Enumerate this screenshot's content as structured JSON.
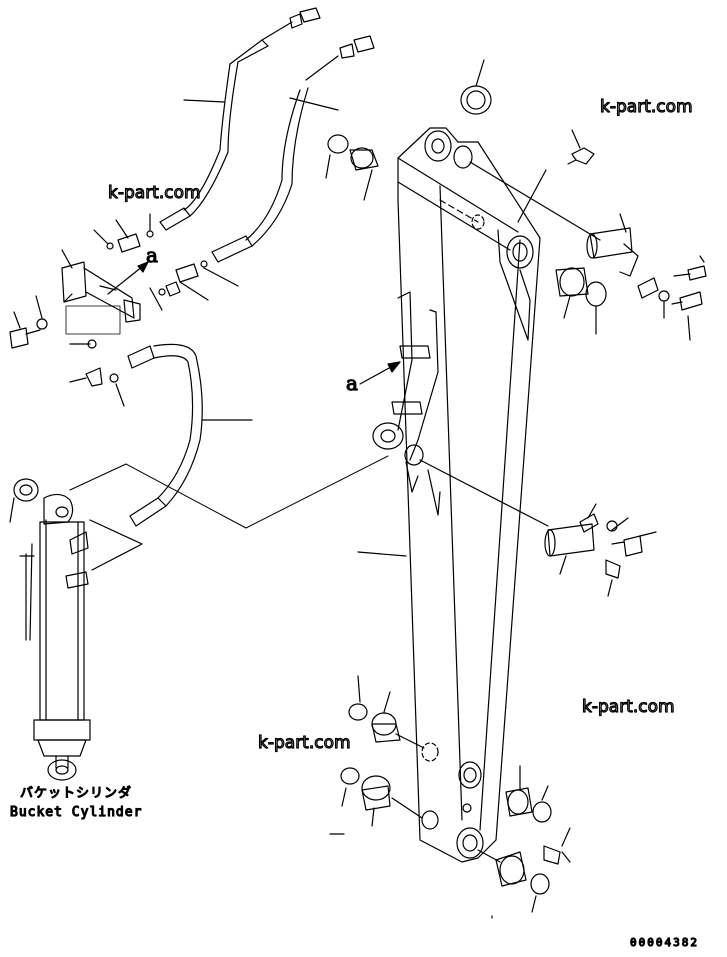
{
  "watermark": "k-part.com",
  "callout_letter": "a",
  "cylinder_label_ja": "バケットシリンダ",
  "cylinder_label_en": "Bucket Cylinder",
  "drawing_code": "00004382"
}
